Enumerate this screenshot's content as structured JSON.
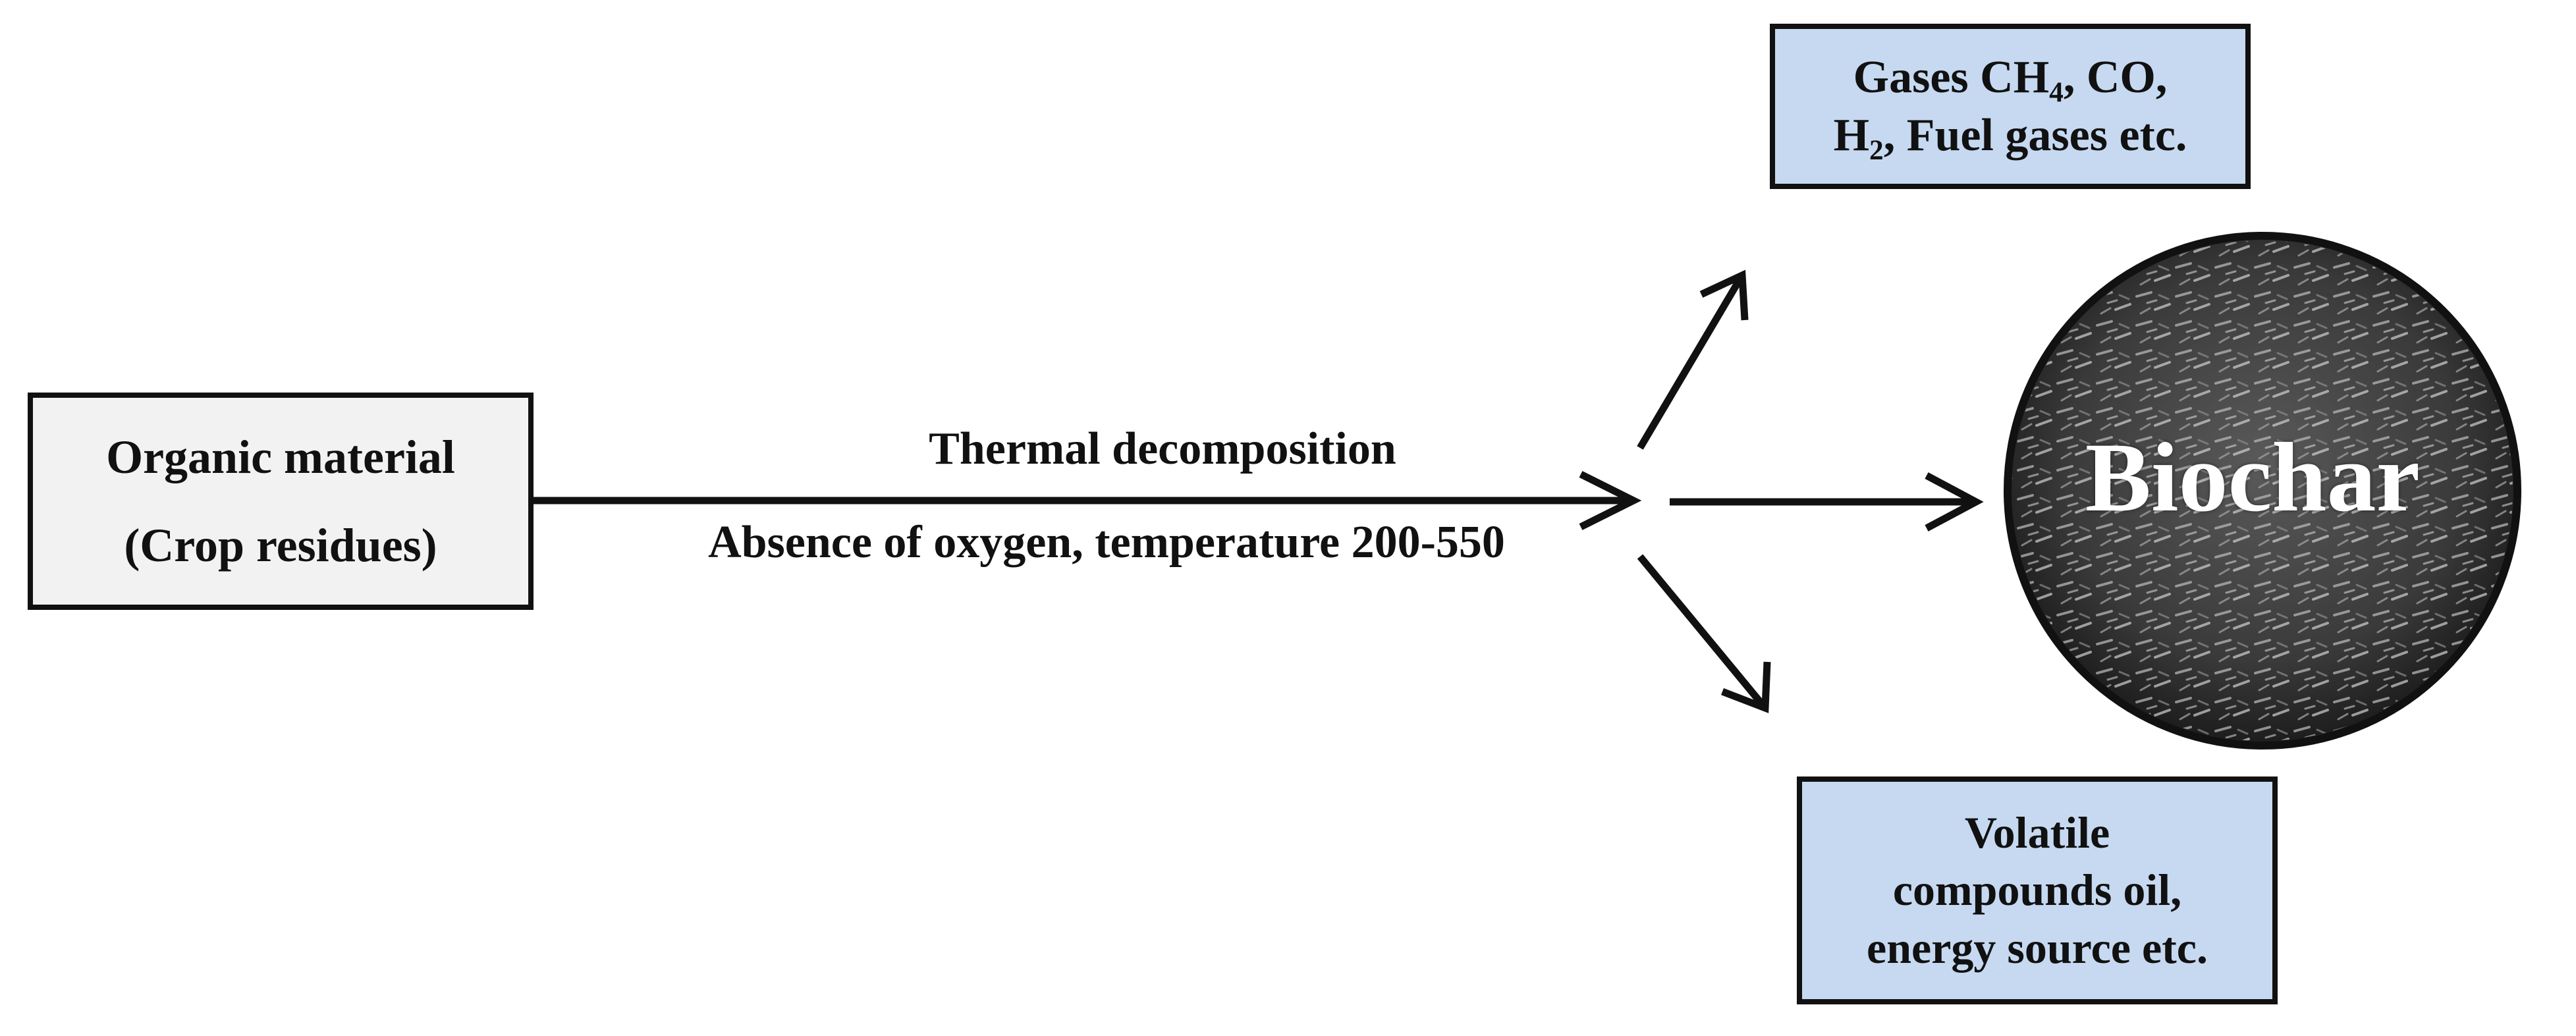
{
  "input": {
    "line1": "Organic material",
    "line2": "(Crop residues)"
  },
  "process": {
    "top_label": "Thermal decomposition",
    "bottom_label": "Absence of oxygen, temperature  200-550"
  },
  "outputs": {
    "gases": {
      "line1_prefix": "Gases CH",
      "line1_sub": "4",
      "line1_suffix": ", CO,",
      "line2_prefix": "H",
      "line2_sub": "2",
      "line2_suffix": ", Fuel gases etc."
    },
    "biochar": {
      "label": "Biochar"
    },
    "volatile": {
      "line1": "Volatile",
      "line2": "compounds oil,",
      "line3": "energy source etc."
    }
  },
  "colors": {
    "input_fill": "#f2f2f2",
    "output_fill": "#c6d9f1",
    "stroke": "#111111",
    "biochar_fill": "#3a3a3a"
  }
}
